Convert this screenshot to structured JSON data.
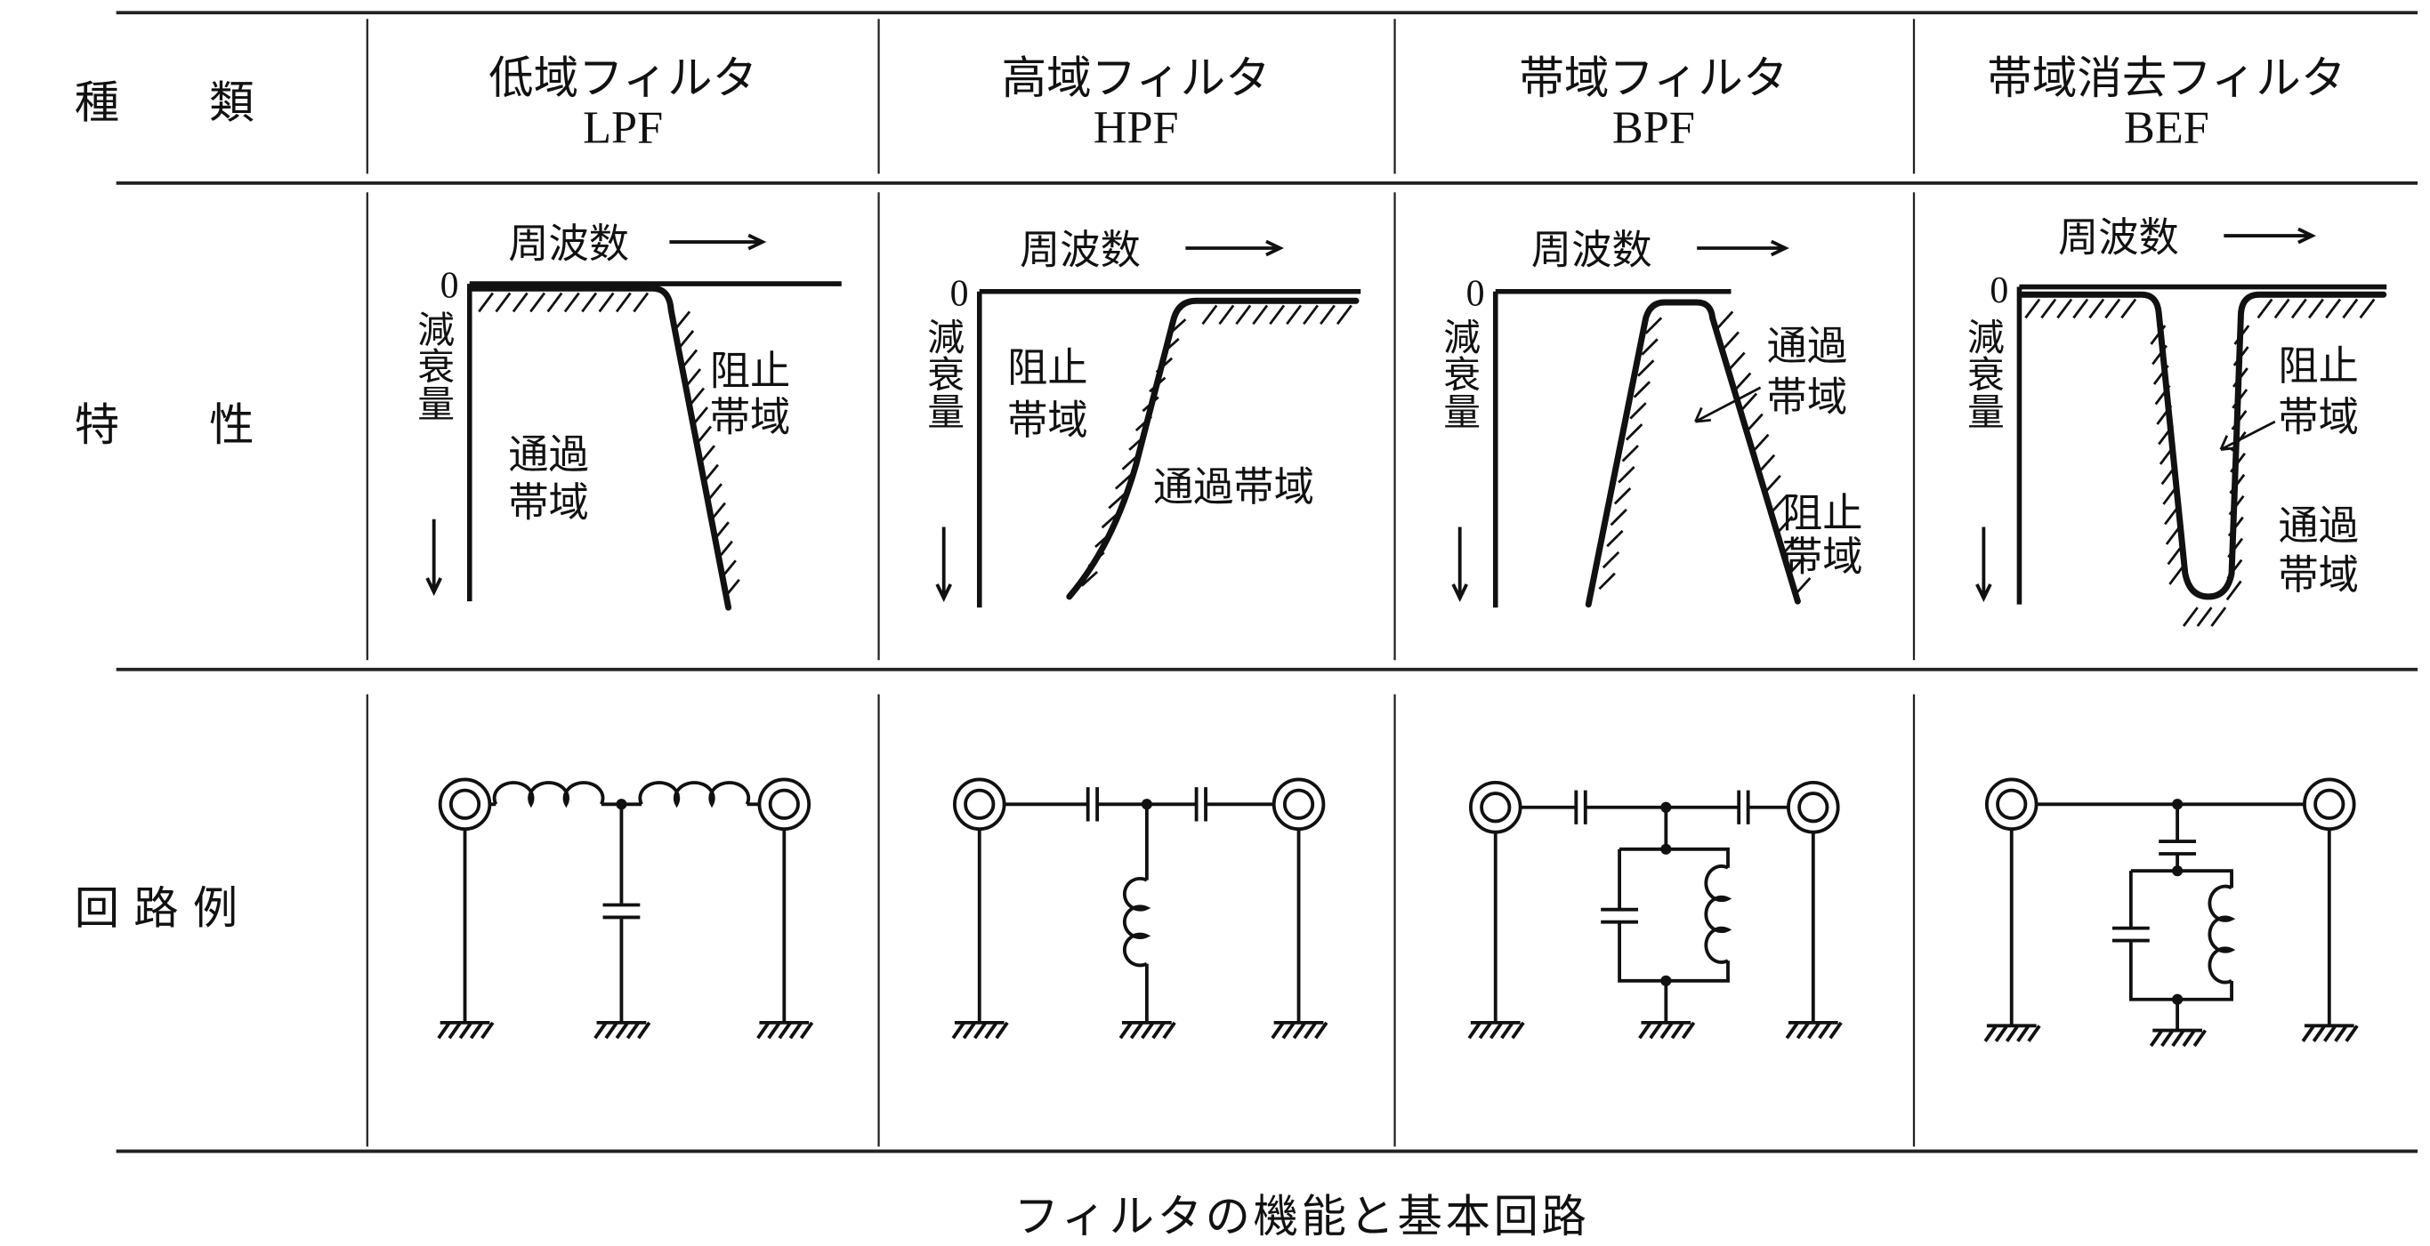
{
  "table": {
    "row_headers": {
      "type": "種　　類",
      "characteristics": "特　　性",
      "circuit_example": "回 路 例"
    },
    "columns": [
      {
        "name": "低域フィルタ",
        "abbr": "LPF",
        "labels": {
          "stop_band": [
            "阻止",
            "帯域"
          ],
          "pass_band": [
            "通過",
            "帯域"
          ]
        }
      },
      {
        "name": "高域フィルタ",
        "abbr": "HPF",
        "labels": {
          "stop_band": [
            "阻止",
            "帯域"
          ],
          "pass_band": "通過帯域"
        }
      },
      {
        "name": "帯域フィルタ",
        "abbr": "BPF",
        "labels": {
          "pass_band": [
            "通過",
            "帯域"
          ],
          "stop_band": [
            "阻止",
            "帯域"
          ]
        }
      },
      {
        "name": "帯域消去フィルタ",
        "abbr": "BEF",
        "labels": {
          "stop_band": [
            "阻止",
            "帯域"
          ],
          "pass_band": [
            "通過",
            "帯域"
          ]
        }
      }
    ]
  },
  "chart_common": {
    "frequency_label": "周波数",
    "attenuation_label": "減衰量",
    "zero": "0"
  },
  "caption": "フィルタの機能と基本回路"
}
